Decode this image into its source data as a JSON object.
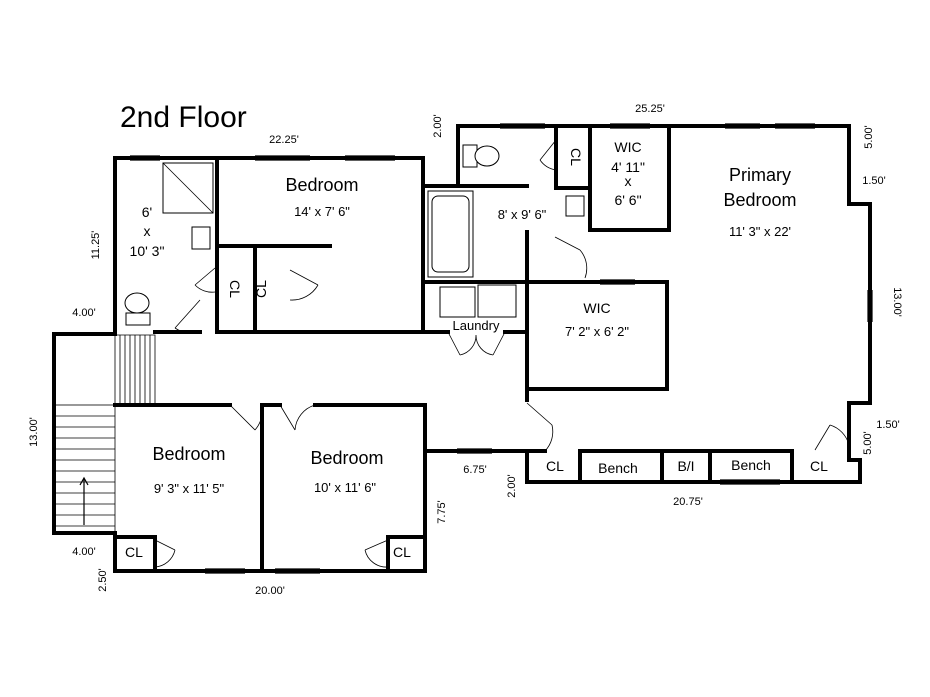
{
  "title": "2nd Floor",
  "rooms": {
    "bedroom_top": {
      "name": "Bedroom",
      "size": "14' x 7' 6\""
    },
    "bath_left": {
      "w": "6'",
      "x": "x",
      "h": "10' 3\""
    },
    "bath_main": {
      "size": "8' x 9' 6\""
    },
    "wic_top": {
      "name": "WIC",
      "w": "4' 11\"",
      "x": "x",
      "h": "6' 6\""
    },
    "primary": {
      "line1": "Primary",
      "line2": "Bedroom",
      "size": "11' 3\" x 22'"
    },
    "wic_mid": {
      "name": "WIC",
      "size": "7' 2\" x 6' 2\""
    },
    "laundry": {
      "name": "Laundry"
    },
    "bedroom_bl": {
      "name": "Bedroom",
      "size": "9' 3\" x 11' 5\""
    },
    "bedroom_bm": {
      "name": "Bedroom",
      "size": "10' x 11' 6\""
    }
  },
  "labels": {
    "cl": "CL",
    "bench": "Bench",
    "bi": "B/I"
  },
  "measurements": {
    "m_25_25": "25.25'",
    "m_22_25": "22.25'",
    "m_2_00_top": "2.00'",
    "m_5_00_tr": "5.00'",
    "m_1_50_tr": "1.50'",
    "m_11_25": "11.25'",
    "m_4_00_top": "4.00'",
    "m_13_00_right": "13.00'",
    "m_13_00_left": "13.00'",
    "m_1_50_br": "1.50'",
    "m_5_00_br": "5.00'",
    "m_6_75": "6.75'",
    "m_2_00_mid": "2.00'",
    "m_20_75": "20.75'",
    "m_7_75": "7.75'",
    "m_4_00_bot": "4.00'",
    "m_2_50": "2.50'",
    "m_20_00": "20.00'"
  }
}
